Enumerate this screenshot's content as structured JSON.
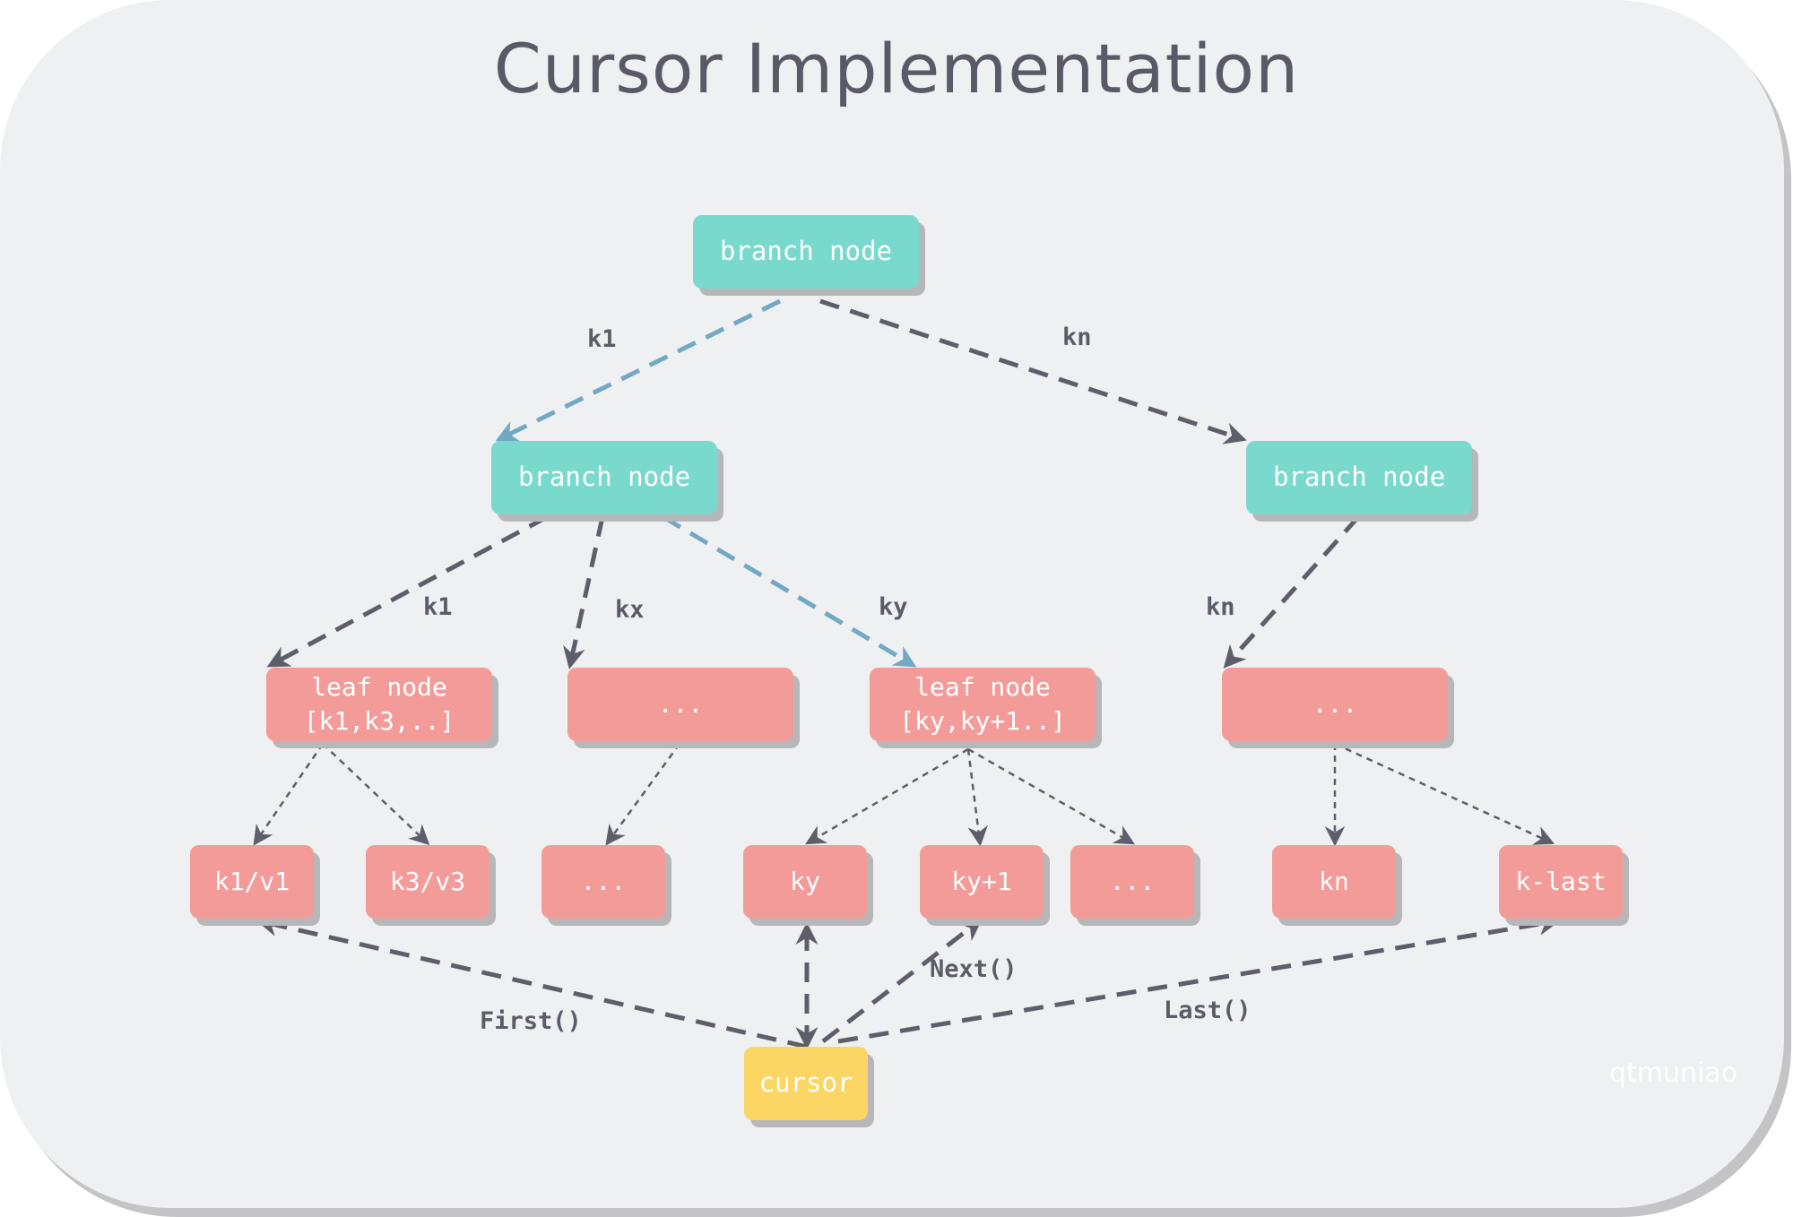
{
  "title": "Cursor Implementation",
  "watermark": "qtmuniao",
  "nodes": {
    "root": "branch node",
    "branch_left": "branch node",
    "branch_right": "branch node",
    "leaf_1": "leaf node\n[k1,k3,..]",
    "leaf_2": "...",
    "leaf_3": "leaf node\n[ky,ky+1..]",
    "leaf_4": "...",
    "kv_1": "k1/v1",
    "kv_2": "k3/v3",
    "kv_3": "...",
    "kv_4": "ky",
    "kv_5": "ky+1",
    "kv_6": "...",
    "kv_7": "kn",
    "kv_8": "k-last",
    "cursor": "cursor"
  },
  "edge_labels": {
    "root_k1": "k1",
    "root_kn": "kn",
    "left_k1": "k1",
    "left_kx": "kx",
    "left_ky": "ky",
    "right_kn": "kn",
    "first": "First()",
    "next": "Next()",
    "last": "Last()"
  },
  "colors": {
    "branch": "#7ad9cd",
    "leaf": "#f29b99",
    "cursor": "#fbd664",
    "edge": "#5e5e6a",
    "path": "#72a8c4"
  }
}
